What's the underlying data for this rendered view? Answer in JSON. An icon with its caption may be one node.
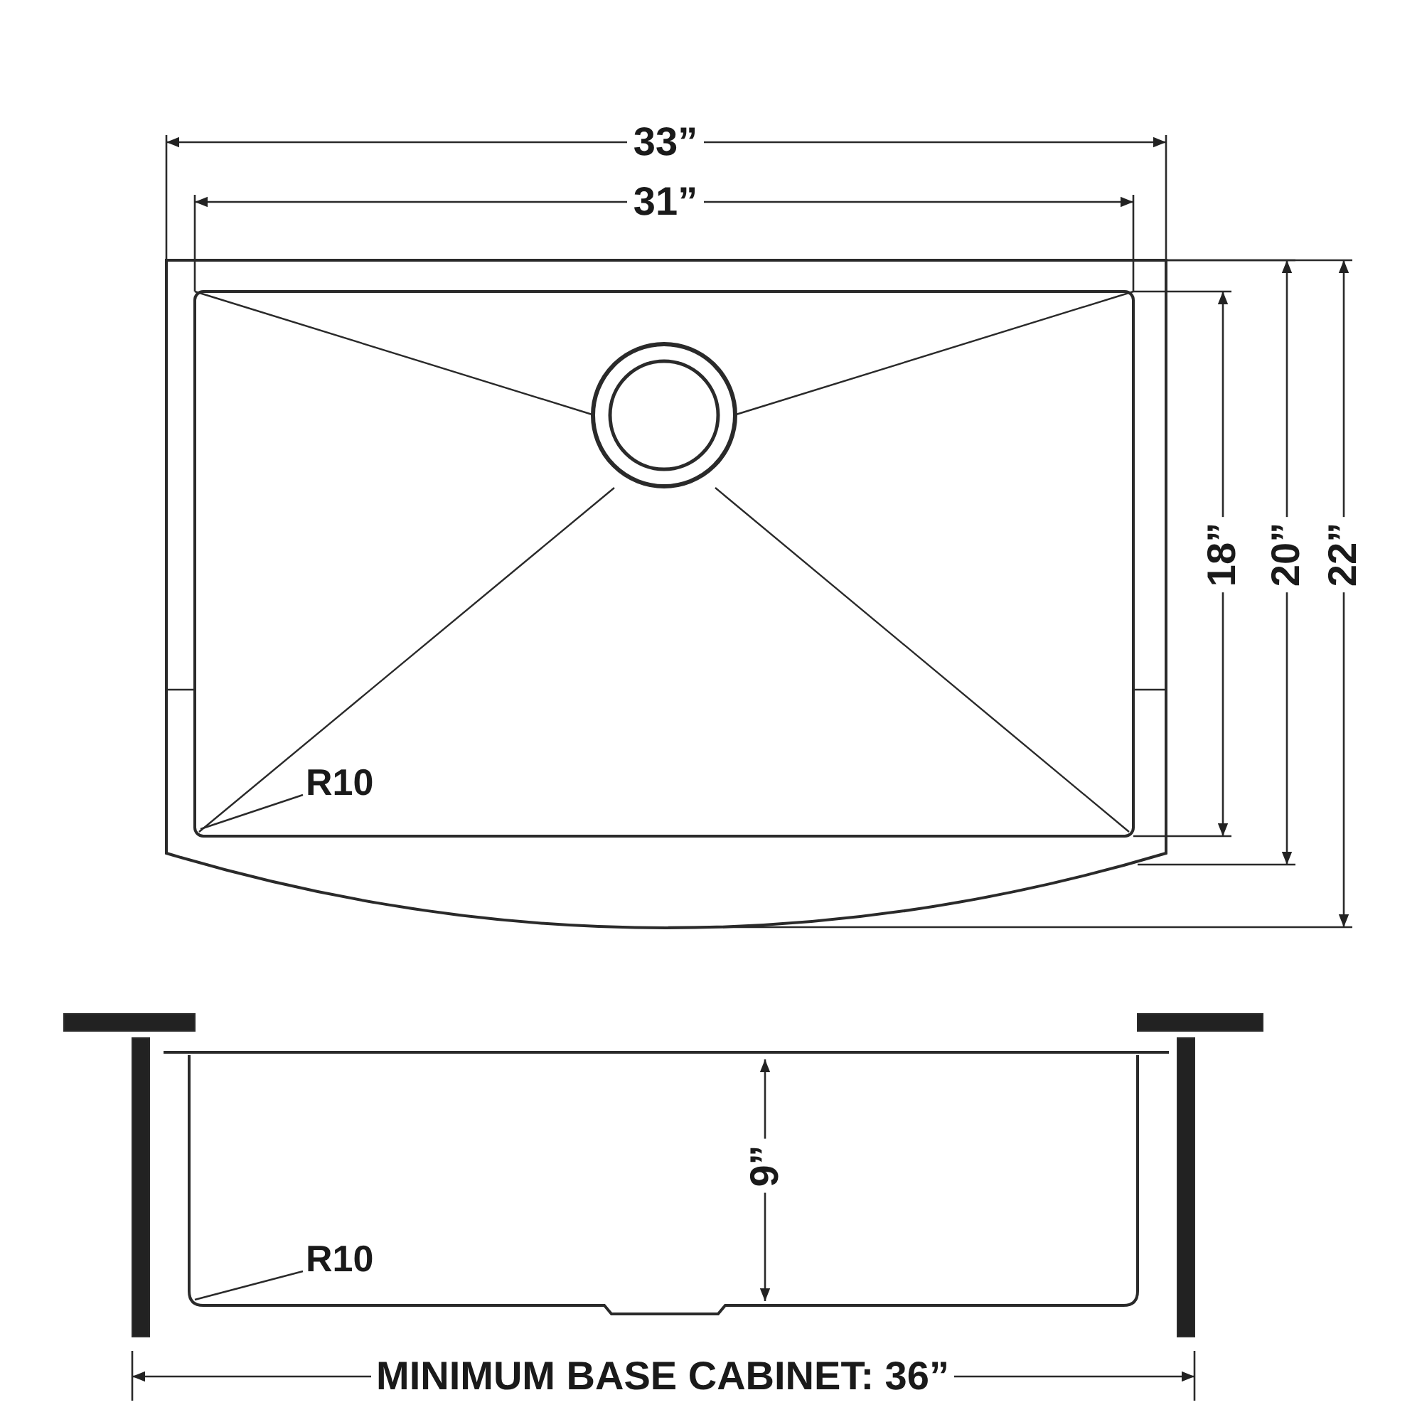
{
  "diagram": {
    "nodes": [
      {
        "text": [
          "R10"
        ]
      },
      {
        "text": [
          "R10"
        ]
      }
    ],
    "edges": [
      {
        "from": 0,
        "to": null,
        "arrow": "none"
      },
      {
        "from": 1,
        "to": null,
        "arrow": "none"
      }
    ],
    "labels": [
      "33”",
      "31”",
      "18”",
      "20”",
      "22”",
      "9”",
      "MINIMUM BASE CABINET: 36”"
    ]
  }
}
